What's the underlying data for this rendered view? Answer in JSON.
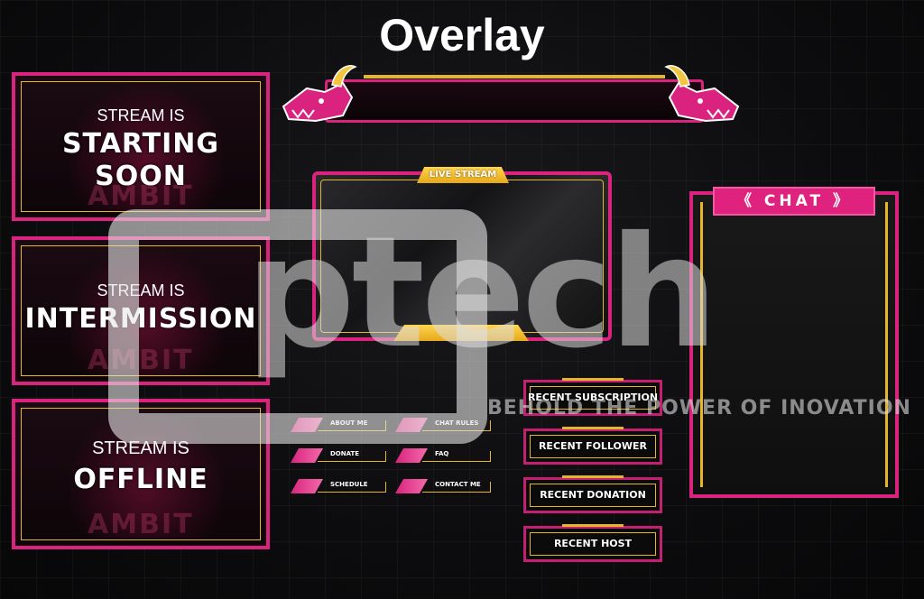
{
  "page": {
    "title": "Overlay"
  },
  "scenes": [
    {
      "line1": "STREAM IS",
      "line2a": "STARTING",
      "line2b": "SOON",
      "bg": "AMBIT"
    },
    {
      "line1": "STREAM IS",
      "line2a": "INTERMISSION",
      "line2b": "",
      "bg": "AMBIT"
    },
    {
      "line1": "STREAM IS",
      "line2a": "OFFLINE",
      "line2b": "",
      "bg": "AMBIT"
    }
  ],
  "live": {
    "tab": "LIVE STREAM"
  },
  "chat": {
    "header": "《 CHAT 》"
  },
  "menu": [
    {
      "label": "ABOUT ME"
    },
    {
      "label": "CHAT RULES"
    },
    {
      "label": "DONATE"
    },
    {
      "label": "FAQ"
    },
    {
      "label": "SCHEDULE"
    },
    {
      "label": "CONTACT ME"
    }
  ],
  "recent": [
    {
      "label": "RECENT SUBSCRIPTION"
    },
    {
      "label": "RECENT FOLLOWER"
    },
    {
      "label": "RECENT DONATION"
    },
    {
      "label": "RECENT HOST"
    }
  ],
  "watermark": {
    "brand": "ptech",
    "tagline": "BEHOLD THE POWER OF INOVATION"
  },
  "colors": {
    "accent": "#d9237e",
    "gold": "#e6b62a",
    "bg": "#0c0c0e"
  }
}
